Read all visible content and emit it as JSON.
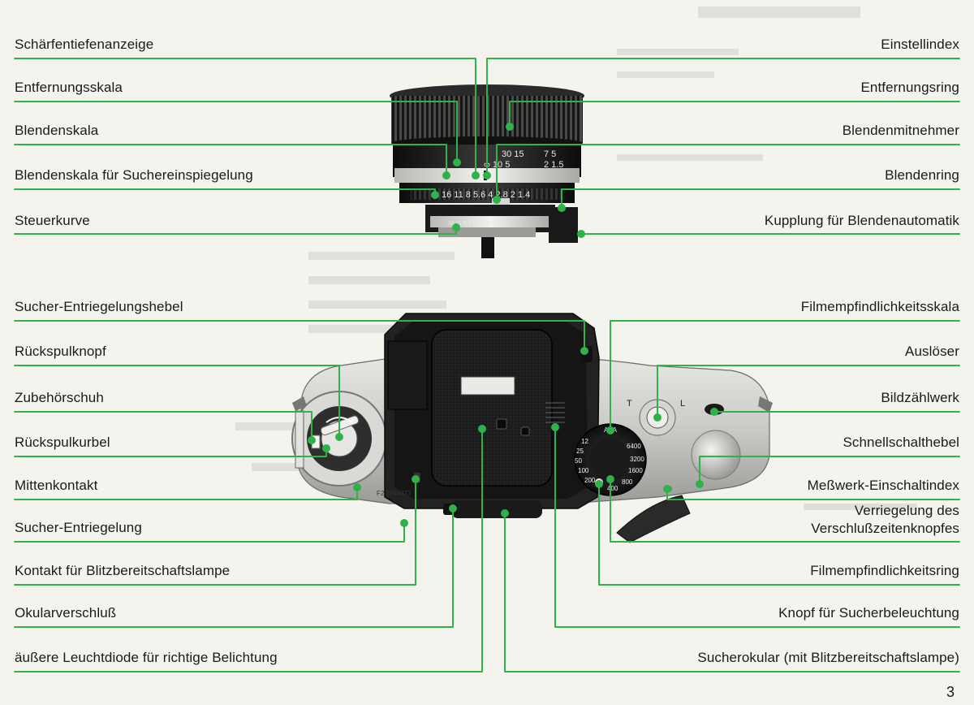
{
  "page_number": "3",
  "colors": {
    "leader": "#2fb24a",
    "paper": "#f4f3ee",
    "body_black": "#1c1c1c",
    "chrome": "#d8d8d4"
  },
  "labels_left": [
    "Schärfentiefenanzeige",
    "Entfernungsskala",
    "Blendenskala",
    "Blendenskala für Suchereinspiegelung",
    "Steuerkurve",
    "Sucher-Entriegelungshebel",
    "Rückspulknopf",
    "Zubehörschuh",
    "Rückspulkurbel",
    "Mittenkontakt",
    "Sucher-Entriegelung",
    "Kontakt für Blitzbereitschaftslampe",
    "Okularverschluß",
    "äußere Leuchtdiode für richtige Belichtung"
  ],
  "labels_right": [
    "Einstellindex",
    "Entfernungsring",
    "Blendenmitnehmer",
    "Blendenring",
    "Kupplung für Blendenautomatik",
    "Filmempfindlichkeitsskala",
    "Auslöser",
    "Bildzählwerk",
    "Schnellschalthebel",
    "Meßwerk-Einschaltindex",
    "Verriegelung des",
    "Verschlußzeitenknopfes",
    "Filmempfindlichkeitsring",
    "Knopf für Sucherbeleuchtung",
    "Sucherokular (mit Blitzbereitschaftslampe)"
  ],
  "lens_marks": {
    "distance_top": "30  15",
    "distance_bottom": "∞  10  5",
    "distance_right_top": "7  5",
    "distance_right_bottom": "2  1.5",
    "aperture_mid": "16 11 8 5.6 4 2.8 2 1.4",
    "aperture_small": "16  11  8  5.6  4  2.8  2  1.4"
  },
  "camera_marks": {
    "serial": "F2 7844473",
    "shutter_T": "T",
    "shutter_L": "L",
    "asa_label": "ASA",
    "asa_values": [
      "12",
      "25",
      "50",
      "100",
      "200",
      "400",
      "800",
      "1600",
      "3200",
      "6400"
    ]
  }
}
